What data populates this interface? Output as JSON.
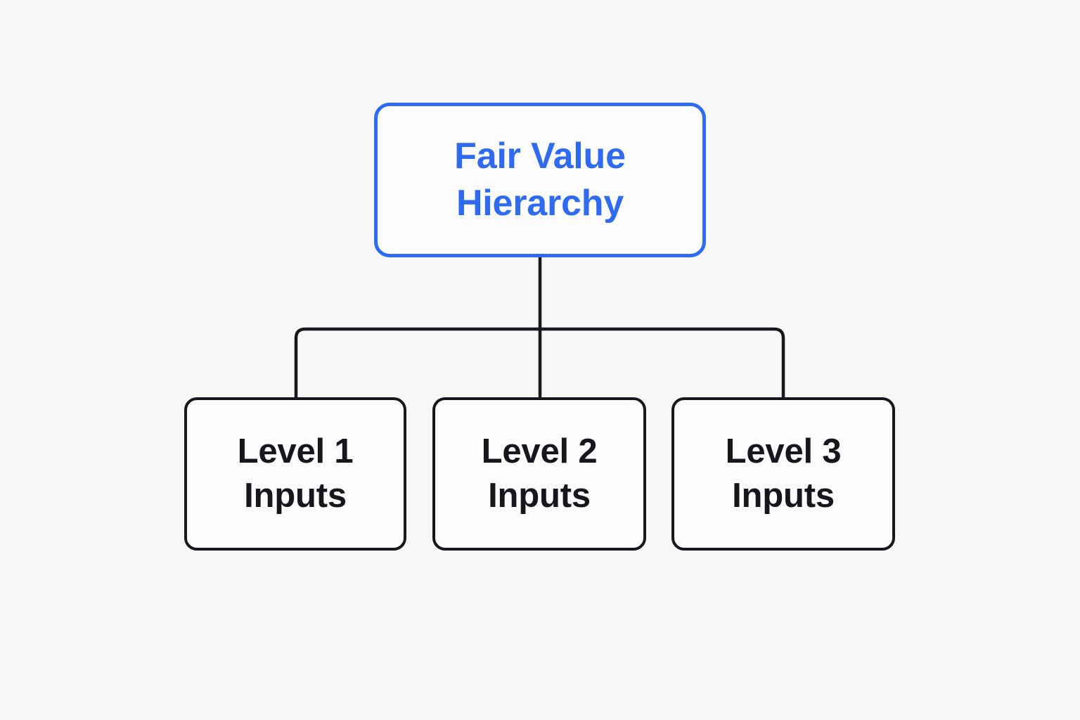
{
  "diagram": {
    "type": "hierarchy-tree",
    "background_color": "#f7f7f7",
    "node_fill_color": "#fcfcfc",
    "accent_color": "#2f6bf0",
    "line_color": "#16181d",
    "root": {
      "id": "fair-value-hierarchy",
      "label": "Fair Value\nHierarchy",
      "text_color": "#2f6bf0",
      "border_color": "#2f6bf0"
    },
    "children": [
      {
        "id": "level-1-inputs",
        "label": "Level 1\nInputs",
        "text_color": "#15171c",
        "border_color": "#16181d"
      },
      {
        "id": "level-2-inputs",
        "label": "Level 2\nInputs",
        "text_color": "#15171c",
        "border_color": "#16181d"
      },
      {
        "id": "level-3-inputs",
        "label": "Level 3\nInputs",
        "text_color": "#15171c",
        "border_color": "#16181d"
      }
    ],
    "connectors": {
      "stem_from_root": "vertical line from root bottom down to horizontal bus",
      "bus": "horizontal line spanning the three child branches",
      "branches": [
        "drop to Level 1 Inputs",
        "drop to Level 2 Inputs",
        "drop to Level 3 Inputs"
      ]
    }
  }
}
